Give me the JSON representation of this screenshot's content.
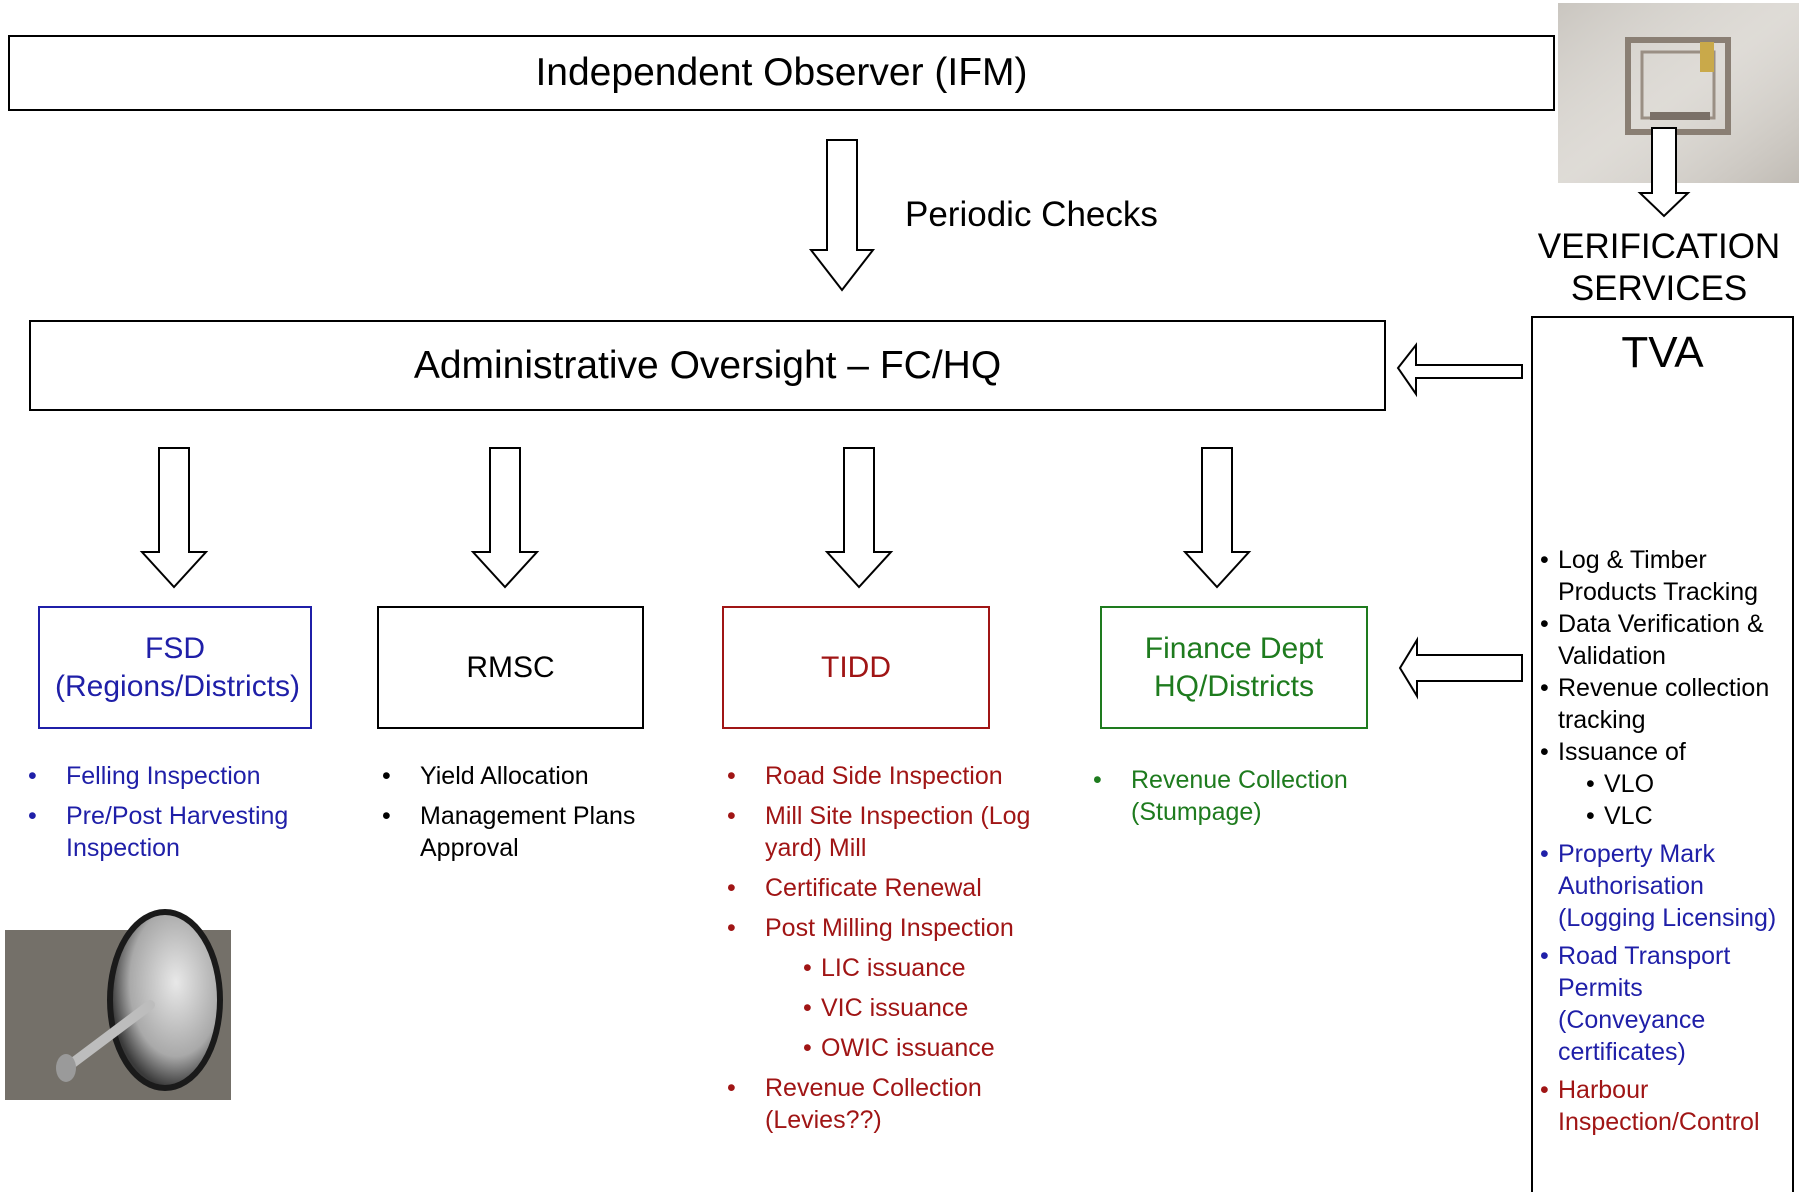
{
  "top_box": {
    "label": "Independent Observer (IFM)"
  },
  "periodic_checks": "Periodic Checks",
  "admin_box": {
    "label": "Administrative Oversight – FC/HQ"
  },
  "verification": {
    "line1": "VERIFICATION",
    "line2": "SERVICES"
  },
  "tva": {
    "title": "TVA",
    "items": [
      {
        "text": "Log & Timber Products Tracking",
        "color": "#000000"
      },
      {
        "text": "Data Verification & Validation",
        "color": "#000000"
      },
      {
        "text": "Revenue collection tracking",
        "color": "#000000"
      },
      {
        "text": "Issuance of",
        "color": "#000000",
        "sub": [
          "VLO",
          "VLC"
        ]
      },
      {
        "text": "Property Mark Authorisation (Logging Licensing)",
        "color": "#1f1fa8"
      },
      {
        "text": "Road Transport Permits (Conveyance certificates)",
        "color": "#1f1fa8"
      },
      {
        "text": "Harbour Inspection/Control",
        "color": "#a01515"
      }
    ]
  },
  "departments": [
    {
      "name": "FSD (Regions/Districts)",
      "color": "#1f1fa8",
      "items": [
        "Felling Inspection",
        "Pre/Post Harvesting Inspection"
      ]
    },
    {
      "name": "RMSC",
      "color": "#000000",
      "items": [
        "Yield Allocation",
        "Management Plans Approval"
      ]
    },
    {
      "name": "TIDD",
      "color": "#a01515",
      "items": [
        "Road Side Inspection",
        "Mill Site Inspection (Log yard) Mill",
        "Certificate Renewal",
        "Post Milling Inspection",
        "Revenue Collection (Levies??)"
      ],
      "sub_items": [
        "LIC issuance",
        "VIC issuance",
        "OWIC issuance"
      ]
    },
    {
      "name": "Finance Dept HQ/Districts",
      "color": "#1e7b1e",
      "items": [
        "Revenue Collection (Stumpage)"
      ]
    }
  ],
  "photos": {
    "rfid_tag": "rfid-tag-photo",
    "nail_tag": "nail-tag-photo"
  }
}
